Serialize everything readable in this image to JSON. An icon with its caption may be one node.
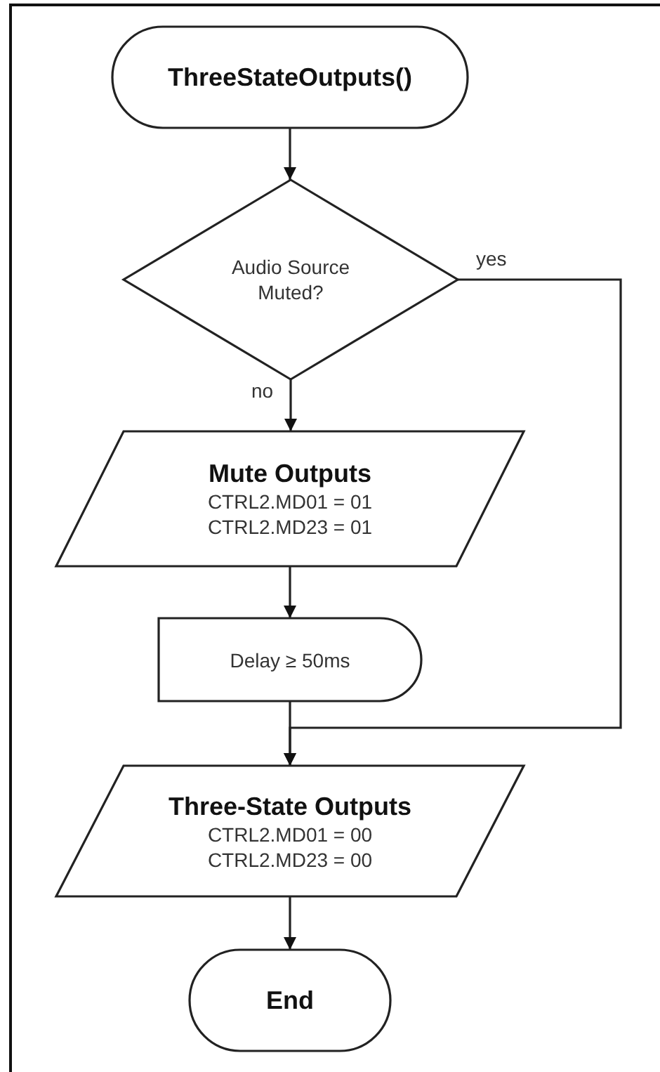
{
  "diagram": {
    "nodes": [
      {
        "text": [
          "ThreeStateOutputs()"
        ]
      },
      {
        "text": [
          "Audio Source Muted?"
        ]
      },
      {
        "text": [
          "Mute Outputs",
          "CTRL2.MD01 = 01",
          "CTRL2.MD23 = 01"
        ]
      },
      {
        "text": [
          "Delay ≥ 50ms"
        ]
      },
      {
        "text": [
          "Three-State Outputs",
          "CTRL2.MD01 = 00",
          "CTRL2.MD23 = 00"
        ]
      },
      {
        "text": [
          "End"
        ]
      }
    ],
    "edges": [
      {
        "from": 0,
        "to": 1,
        "arrow": "to"
      },
      {
        "from": 1,
        "to": 2,
        "arrow": "to",
        "label": "no"
      },
      {
        "from": 1,
        "to": 4,
        "arrow": "to",
        "label": "yes"
      },
      {
        "from": 2,
        "to": 3,
        "arrow": "to"
      },
      {
        "from": 3,
        "to": 4,
        "arrow": "to"
      },
      {
        "from": 4,
        "to": 5,
        "arrow": "to"
      }
    ]
  }
}
